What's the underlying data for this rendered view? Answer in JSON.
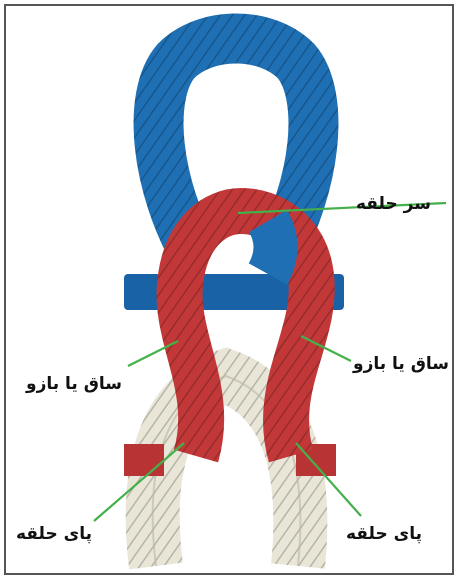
{
  "labels": {
    "head": "سر حلقه",
    "shank_right": "ساق یا بازو",
    "shank_left": "ساق یا بازو",
    "foot_left": "پای حلقه",
    "foot_right": "پای حلقه"
  },
  "colors": {
    "blue_rope": "#1e6fb3",
    "red_rope": "#c33a3a",
    "white_rope": "#ece9dc",
    "leader_line": "#44b04a"
  }
}
